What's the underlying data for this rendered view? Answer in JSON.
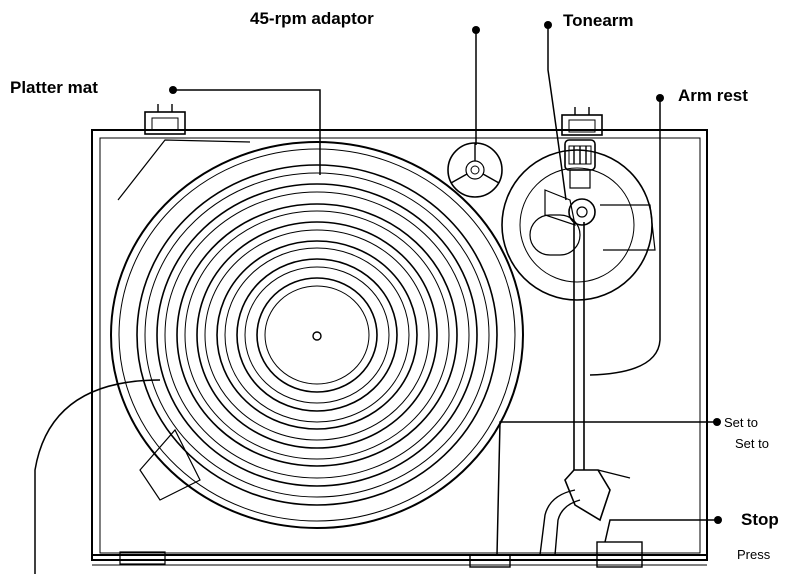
{
  "labels": {
    "adaptor": "45-rpm adaptor",
    "tonearm": "Tonearm",
    "platter_mat": "Platter mat",
    "arm_rest": "Arm rest",
    "set_to_1": "Set to",
    "set_to_2": "Set to",
    "stop": "Stop",
    "press": "Press"
  },
  "colors": {
    "ink": "#000000",
    "paper": "#ffffff"
  }
}
